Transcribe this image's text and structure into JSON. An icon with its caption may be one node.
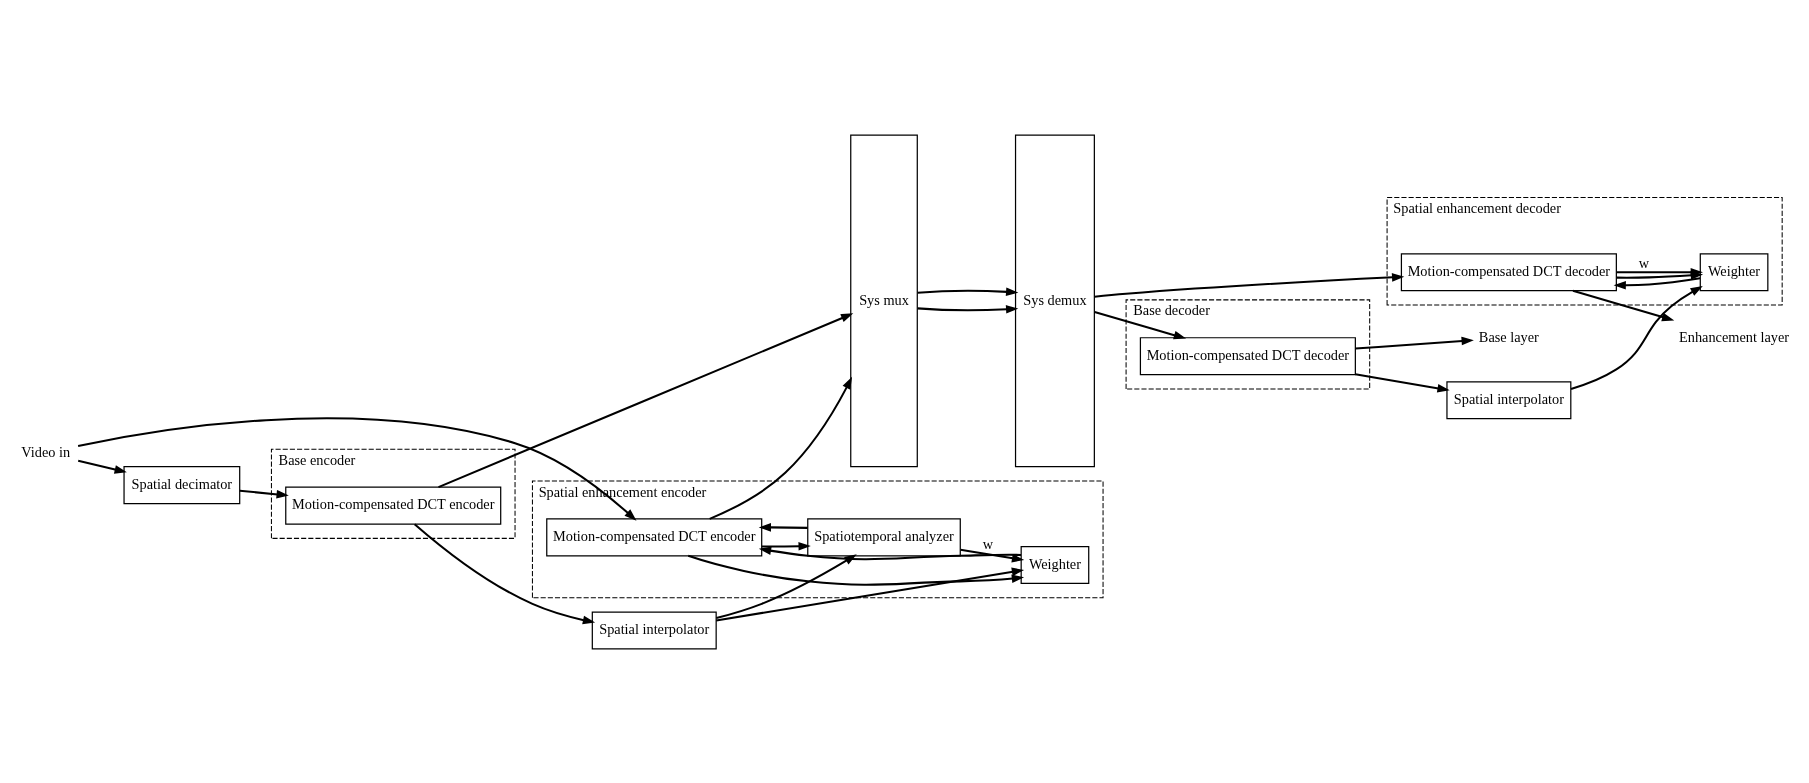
{
  "diagram": {
    "nodes": [
      {
        "text": [
          "Spatial enhancement encoder"
        ]
      },
      {
        "text": [
          "Motion-compensated DCT encoder"
        ],
        "in": 0
      },
      {
        "text": [
          "Weighter"
        ],
        "in": 0
      },
      {
        "text": [
          "Spatiotemporal analyzer"
        ],
        "in": 0
      },
      {
        "text": [
          "Video in"
        ]
      },
      {
        "text": [
          "Spatial decimator"
        ]
      },
      {
        "text": [
          "Spatial interpolator"
        ]
      },
      {
        "text": [
          "Base encoder"
        ]
      },
      {
        "text": [
          "Motion-compensated DCT encoder"
        ],
        "in": 7
      },
      {
        "text": [
          "Sys mux"
        ]
      },
      {
        "text": [
          "Sys demux"
        ]
      },
      {
        "text": [
          "Spatial enhancement decoder"
        ]
      },
      {
        "text": [
          "Motion-compensated DCT decoder"
        ],
        "in": 11
      },
      {
        "text": [
          "Weighter"
        ],
        "in": 11
      },
      {
        "text": [
          "Enhancement layer"
        ]
      },
      {
        "text": [
          "Spatial interpolator"
        ]
      },
      {
        "text": [
          "Base decoder"
        ]
      },
      {
        "text": [
          "Motion-compensated DCT decoder"
        ],
        "in": 16
      },
      {
        "text": [
          "Base layer"
        ]
      }
    ],
    "edges": [
      {
        "from": 4,
        "to": 1,
        "arrow": "to"
      },
      {
        "from": 4,
        "to": 5,
        "arrow": "to"
      },
      {
        "from": 2,
        "to": 1,
        "arrow": "to"
      },
      {
        "from": 1,
        "to": 2,
        "arrow": "to"
      },
      {
        "from": 1,
        "to": 3,
        "arrow": "to"
      },
      {
        "from": 3,
        "to": 2,
        "arrow": "to",
        "label": "w"
      },
      {
        "from": 3,
        "to": 1,
        "arrow": "to"
      },
      {
        "from": 6,
        "to": 2,
        "arrow": "to"
      },
      {
        "from": 6,
        "to": 3,
        "arrow": "to"
      },
      {
        "from": 5,
        "to": 8,
        "arrow": "to"
      },
      {
        "from": 8,
        "to": 6,
        "arrow": "to"
      },
      {
        "from": 1,
        "to": 9,
        "arrow": "to"
      },
      {
        "from": 8,
        "to": 9,
        "arrow": "to"
      },
      {
        "from": 9,
        "to": 10,
        "arrow": "to"
      },
      {
        "from": 9,
        "to": 10,
        "arrow": "to"
      },
      {
        "from": 10,
        "to": 12,
        "arrow": "to"
      },
      {
        "from": 10,
        "to": 17,
        "arrow": "to"
      },
      {
        "from": 12,
        "to": 14,
        "arrow": "to"
      },
      {
        "from": 12,
        "to": 13,
        "arrow": "to"
      },
      {
        "from": 12,
        "to": 13,
        "arrow": "to",
        "label": "w"
      },
      {
        "from": 13,
        "to": 12,
        "arrow": "to"
      },
      {
        "from": 15,
        "to": 13,
        "arrow": "to"
      },
      {
        "from": 17,
        "to": 15,
        "arrow": "to"
      },
      {
        "from": 17,
        "to": 18,
        "arrow": "to"
      }
    ]
  }
}
